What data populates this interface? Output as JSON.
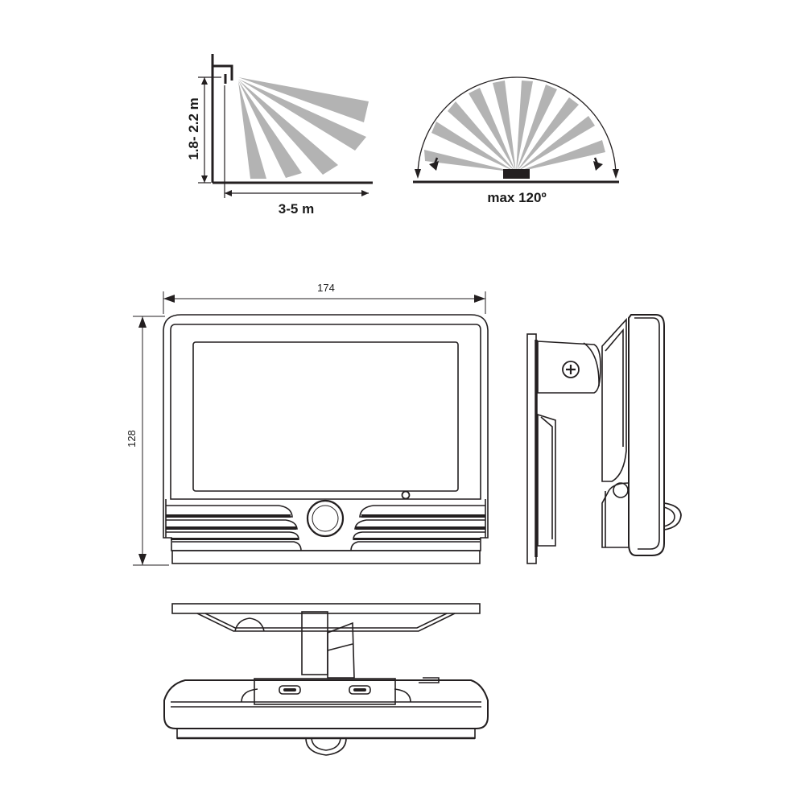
{
  "sensor_height_diagram": {
    "height_label": "1.8- 2.2 m",
    "range_label": "3-5 m"
  },
  "sensor_angle_diagram": {
    "angle_label": "max 120º"
  },
  "dimensions": {
    "width_label": "174",
    "height_label": "128"
  },
  "colors": {
    "line": "#231f20",
    "ray": "#b3b3b3",
    "background": "#ffffff"
  }
}
